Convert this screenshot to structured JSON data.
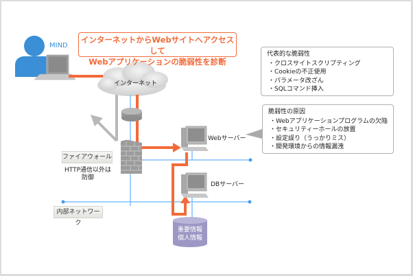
{
  "title": {
    "line1": "インターネットからWebサイトへアクセスして",
    "line2": "Webアプリケーションの脆弱性を診断"
  },
  "user_label": "MIND",
  "cloud_label": "インターネット",
  "firewall": {
    "label": "ファイアウォール",
    "note_line1": "HTTP通信以外は",
    "note_line2": "防御"
  },
  "internal_network_label": "内部ネットワーク",
  "web_server_label": "Webサーバー",
  "db_server_label": "DBサーバー",
  "database": {
    "line1": "重要情報",
    "line2": "個人情報"
  },
  "typical_vulnerabilities": {
    "heading": "代表的な脆弱性",
    "items": [
      "・クロスサイトスクリプティング",
      "・Cookieの不正使用",
      "・パラメータ改ざん",
      "・SQLコマンド挿入"
    ]
  },
  "vulnerability_causes": {
    "heading": "脆弱性の原因",
    "items": [
      "・Webアプリケーションプログラムの欠陥",
      "・セキュリティーホールの放置",
      "・設定誤り（うっかりミス）",
      "・開発環境からの情報漏洩"
    ]
  },
  "colors": {
    "attack_path": "#f26b3a",
    "network_line": "#7fbfff",
    "user_icon": "#3a8fd6",
    "database": "#9c98c4"
  }
}
